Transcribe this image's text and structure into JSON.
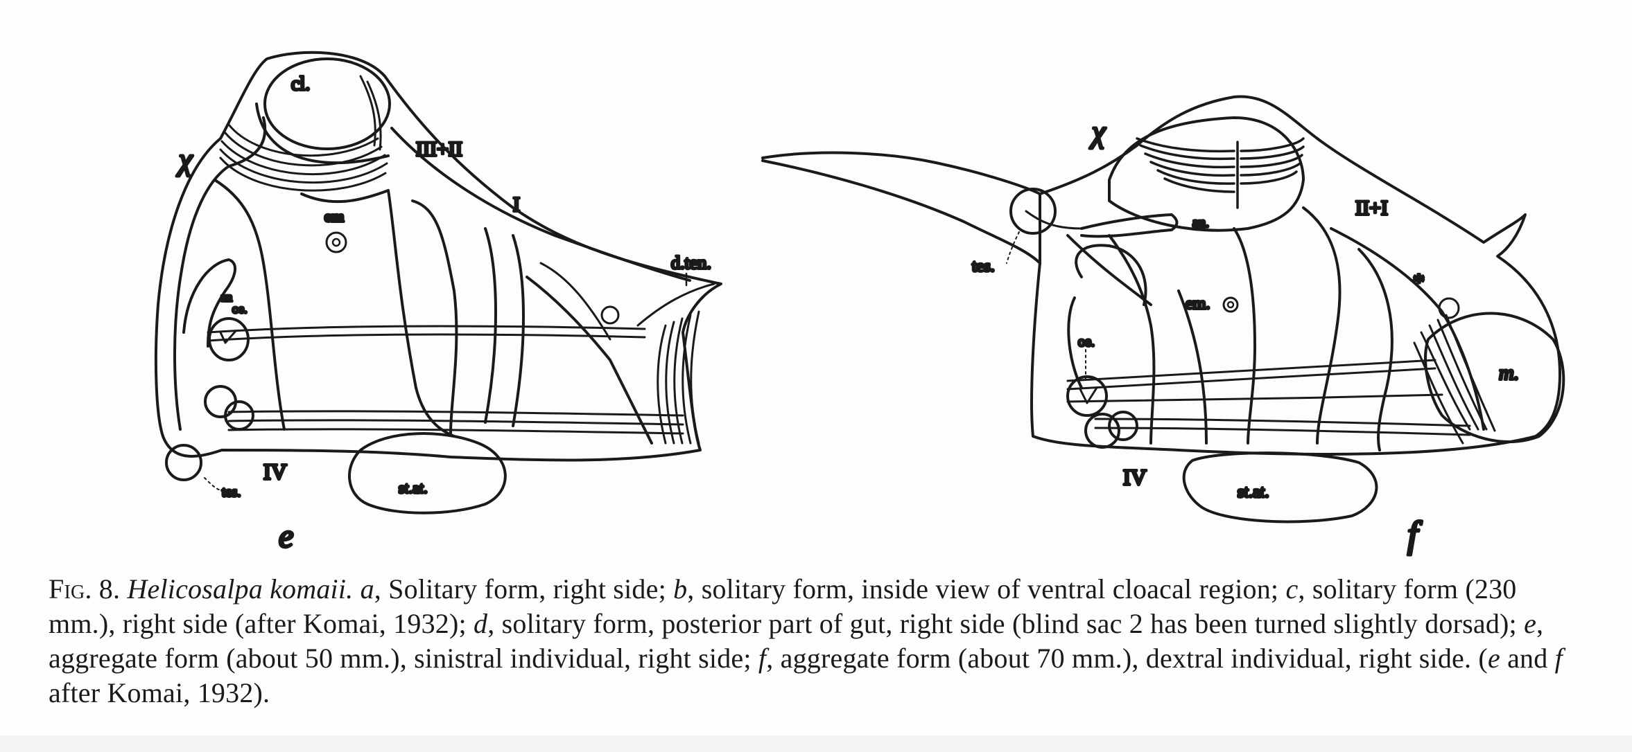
{
  "figure": {
    "panels": [
      {
        "letter": "e",
        "labels": {
          "cl": "cl.",
          "x": "χ",
          "iii_ii": "III+II",
          "i": "I",
          "em": "em",
          "dten": "d.ten.",
          "an": "an",
          "oe": "oe.",
          "iv": "IV",
          "tes": "tes.",
          "stat": "st.at."
        }
      },
      {
        "letter": "f",
        "labels": {
          "x": "χ",
          "an": "an.",
          "ii_i": "II+I",
          "tes": "tes.",
          "em": "em.",
          "star": "*",
          "oe": "oe.",
          "m": "m.",
          "iv": "IV",
          "stat": "st.at."
        }
      }
    ]
  },
  "caption": {
    "fig_label": "Fig. 8.",
    "species": "Helicosalpa komaii.",
    "parts": [
      {
        "letter": "a",
        "text": ", Solitary form, right side; "
      },
      {
        "letter": "b",
        "text": ", solitary form, inside view of ventral cloacal region; "
      },
      {
        "letter": "c",
        "text": ", solitary form (230 mm.), right side (after Komai, 1932); "
      },
      {
        "letter": "d",
        "text": ", solitary form, posterior part of gut, right side (blind sac 2 has been turned slightly dorsad); "
      },
      {
        "letter": "e",
        "text": ", aggregate form (about 50 mm.), sinistral individual, right side; "
      },
      {
        "letter": "f",
        "text": ", aggregate form (about 70 mm.), dextral individual, right side. ("
      }
    ],
    "tail_e": "e",
    "tail_and": " and ",
    "tail_f": "f",
    "tail_end": " after Komai, 1932)."
  }
}
